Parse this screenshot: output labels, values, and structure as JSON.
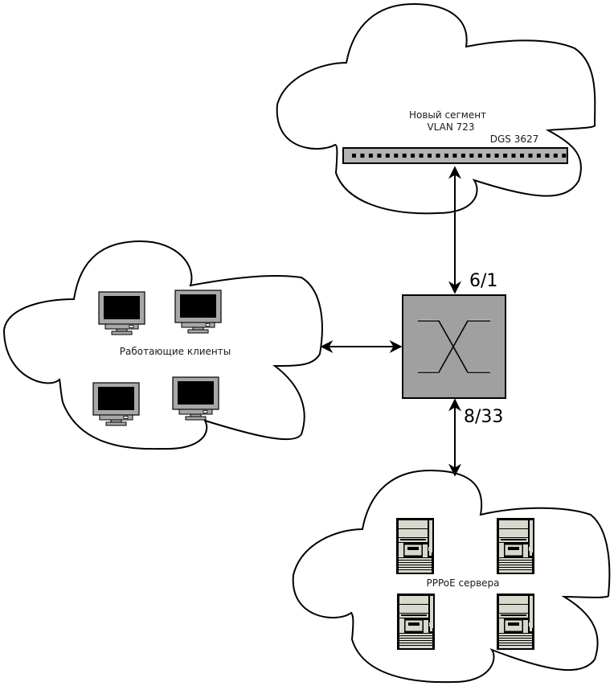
{
  "diagram": {
    "segments": {
      "new_segment": {
        "title": "Новый сегмент",
        "vlan": "VLAN 723",
        "device": "DGS 3627",
        "icon": "switch-icon",
        "port_count": 26
      },
      "clients": {
        "title": "Работающие клиенты",
        "icon": "monitor-icon",
        "count": 4
      },
      "servers": {
        "title": "PPPoE сервера",
        "icon": "server-tower-icon",
        "count": 4
      }
    },
    "core_switch": {
      "icon": "crossconnect-switch-icon"
    },
    "links": [
      {
        "from": "core_switch",
        "to": "new_segment",
        "port": "6/1"
      },
      {
        "from": "core_switch",
        "to": "servers",
        "port": "8/33"
      },
      {
        "from": "core_switch",
        "to": "clients",
        "port": ""
      }
    ],
    "colors": {
      "device_gray": "#a0a0a0",
      "switch_bar": "#b4b4b4",
      "server_beige": "#d8d8cc",
      "outline": "#000000"
    }
  }
}
